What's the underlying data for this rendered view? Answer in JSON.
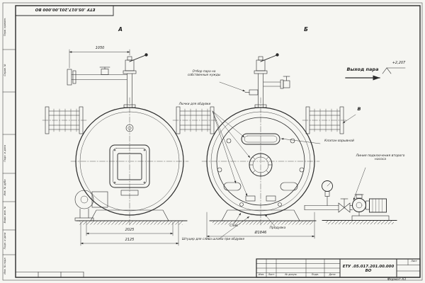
{
  "doc": {
    "number": "ЕТУ .05.017.201.00.000 ВО",
    "format": "Формат А3"
  },
  "frame": {
    "side_strip": {
      "s1": "Перв. примен.",
      "s2": "Справ. №",
      "s3": "Подп. и дата",
      "s4": "Инв. № дубл.",
      "s5": "Взам. инв. №",
      "s6": "Подп. и дата",
      "s7": "Инв. № подл."
    },
    "title_block": {
      "doc_number": "ЕТУ .05.017.201.00.000 ВО",
      "col_izm": "Изм.",
      "col_list": "Лист",
      "col_docum": "№ докум.",
      "col_podp": "Подп.",
      "col_data": "Дата",
      "sheet_label": "Лист"
    }
  },
  "views": {
    "a_label": "А",
    "b_label": "Б",
    "v_label": "В"
  },
  "dimensions": {
    "pipe_height": "1050",
    "base_inner": "2025",
    "base_outer": "2125",
    "shell_diameter": "Ø1846",
    "outlet_elevation": "+2,207"
  },
  "annotations": {
    "steam_outlet": "Выход пара",
    "steam_own_needs": "Отбор пара на собственные нужды",
    "cleaning_hatches": "Лючки для обдувки",
    "explosion_valve": "Клапан взрывной",
    "second_pump_line": "Линия подключения второго насоса",
    "drain": "Слив",
    "blowdown": "Продувка",
    "sludge_fitting": "Штуцер для слива шлама при обдувке"
  }
}
